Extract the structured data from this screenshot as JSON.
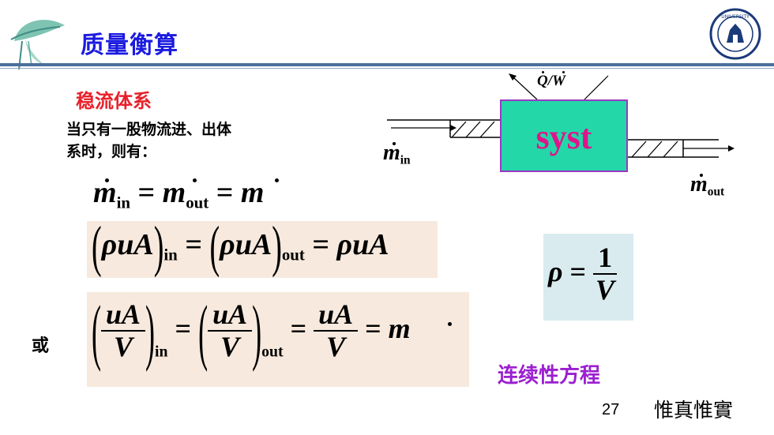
{
  "header": {
    "title": "质量衡算"
  },
  "section": {
    "title": "稳流体系",
    "text_line1": "当只有一股物流进、出体",
    "text_line2": "系时，则有："
  },
  "diagram": {
    "box_label": "syst",
    "heat_work_label": "Q/W",
    "in_label": "m",
    "in_sub": "in",
    "out_label": "m",
    "out_sub": "out"
  },
  "equations": {
    "eq1": {
      "m1": "m",
      "s1": "in",
      "eq": "=",
      "m2": "m",
      "s2": "out",
      "m3": "m"
    },
    "eq2": {
      "a": "ρuA",
      "s1": "in",
      "b": "ρuA",
      "s2": "out",
      "c": "ρuA"
    },
    "eq3": {
      "num": "uA",
      "den": "V",
      "s1": "in",
      "s2": "out",
      "m": "m"
    },
    "rho": {
      "lhs": "ρ",
      "num": "1",
      "den": "V"
    },
    "or_label": "或"
  },
  "footer": {
    "continuity_label": "连续性方程",
    "page_number": "27",
    "motto": "惟真惟實"
  },
  "colors": {
    "title": "#1b1be0",
    "subtitle": "#e8202a",
    "continuity": "#9b1fd0",
    "box_fill": "#23d7a9",
    "box_border": "#9a38c2",
    "box_text": "#e0148a"
  }
}
